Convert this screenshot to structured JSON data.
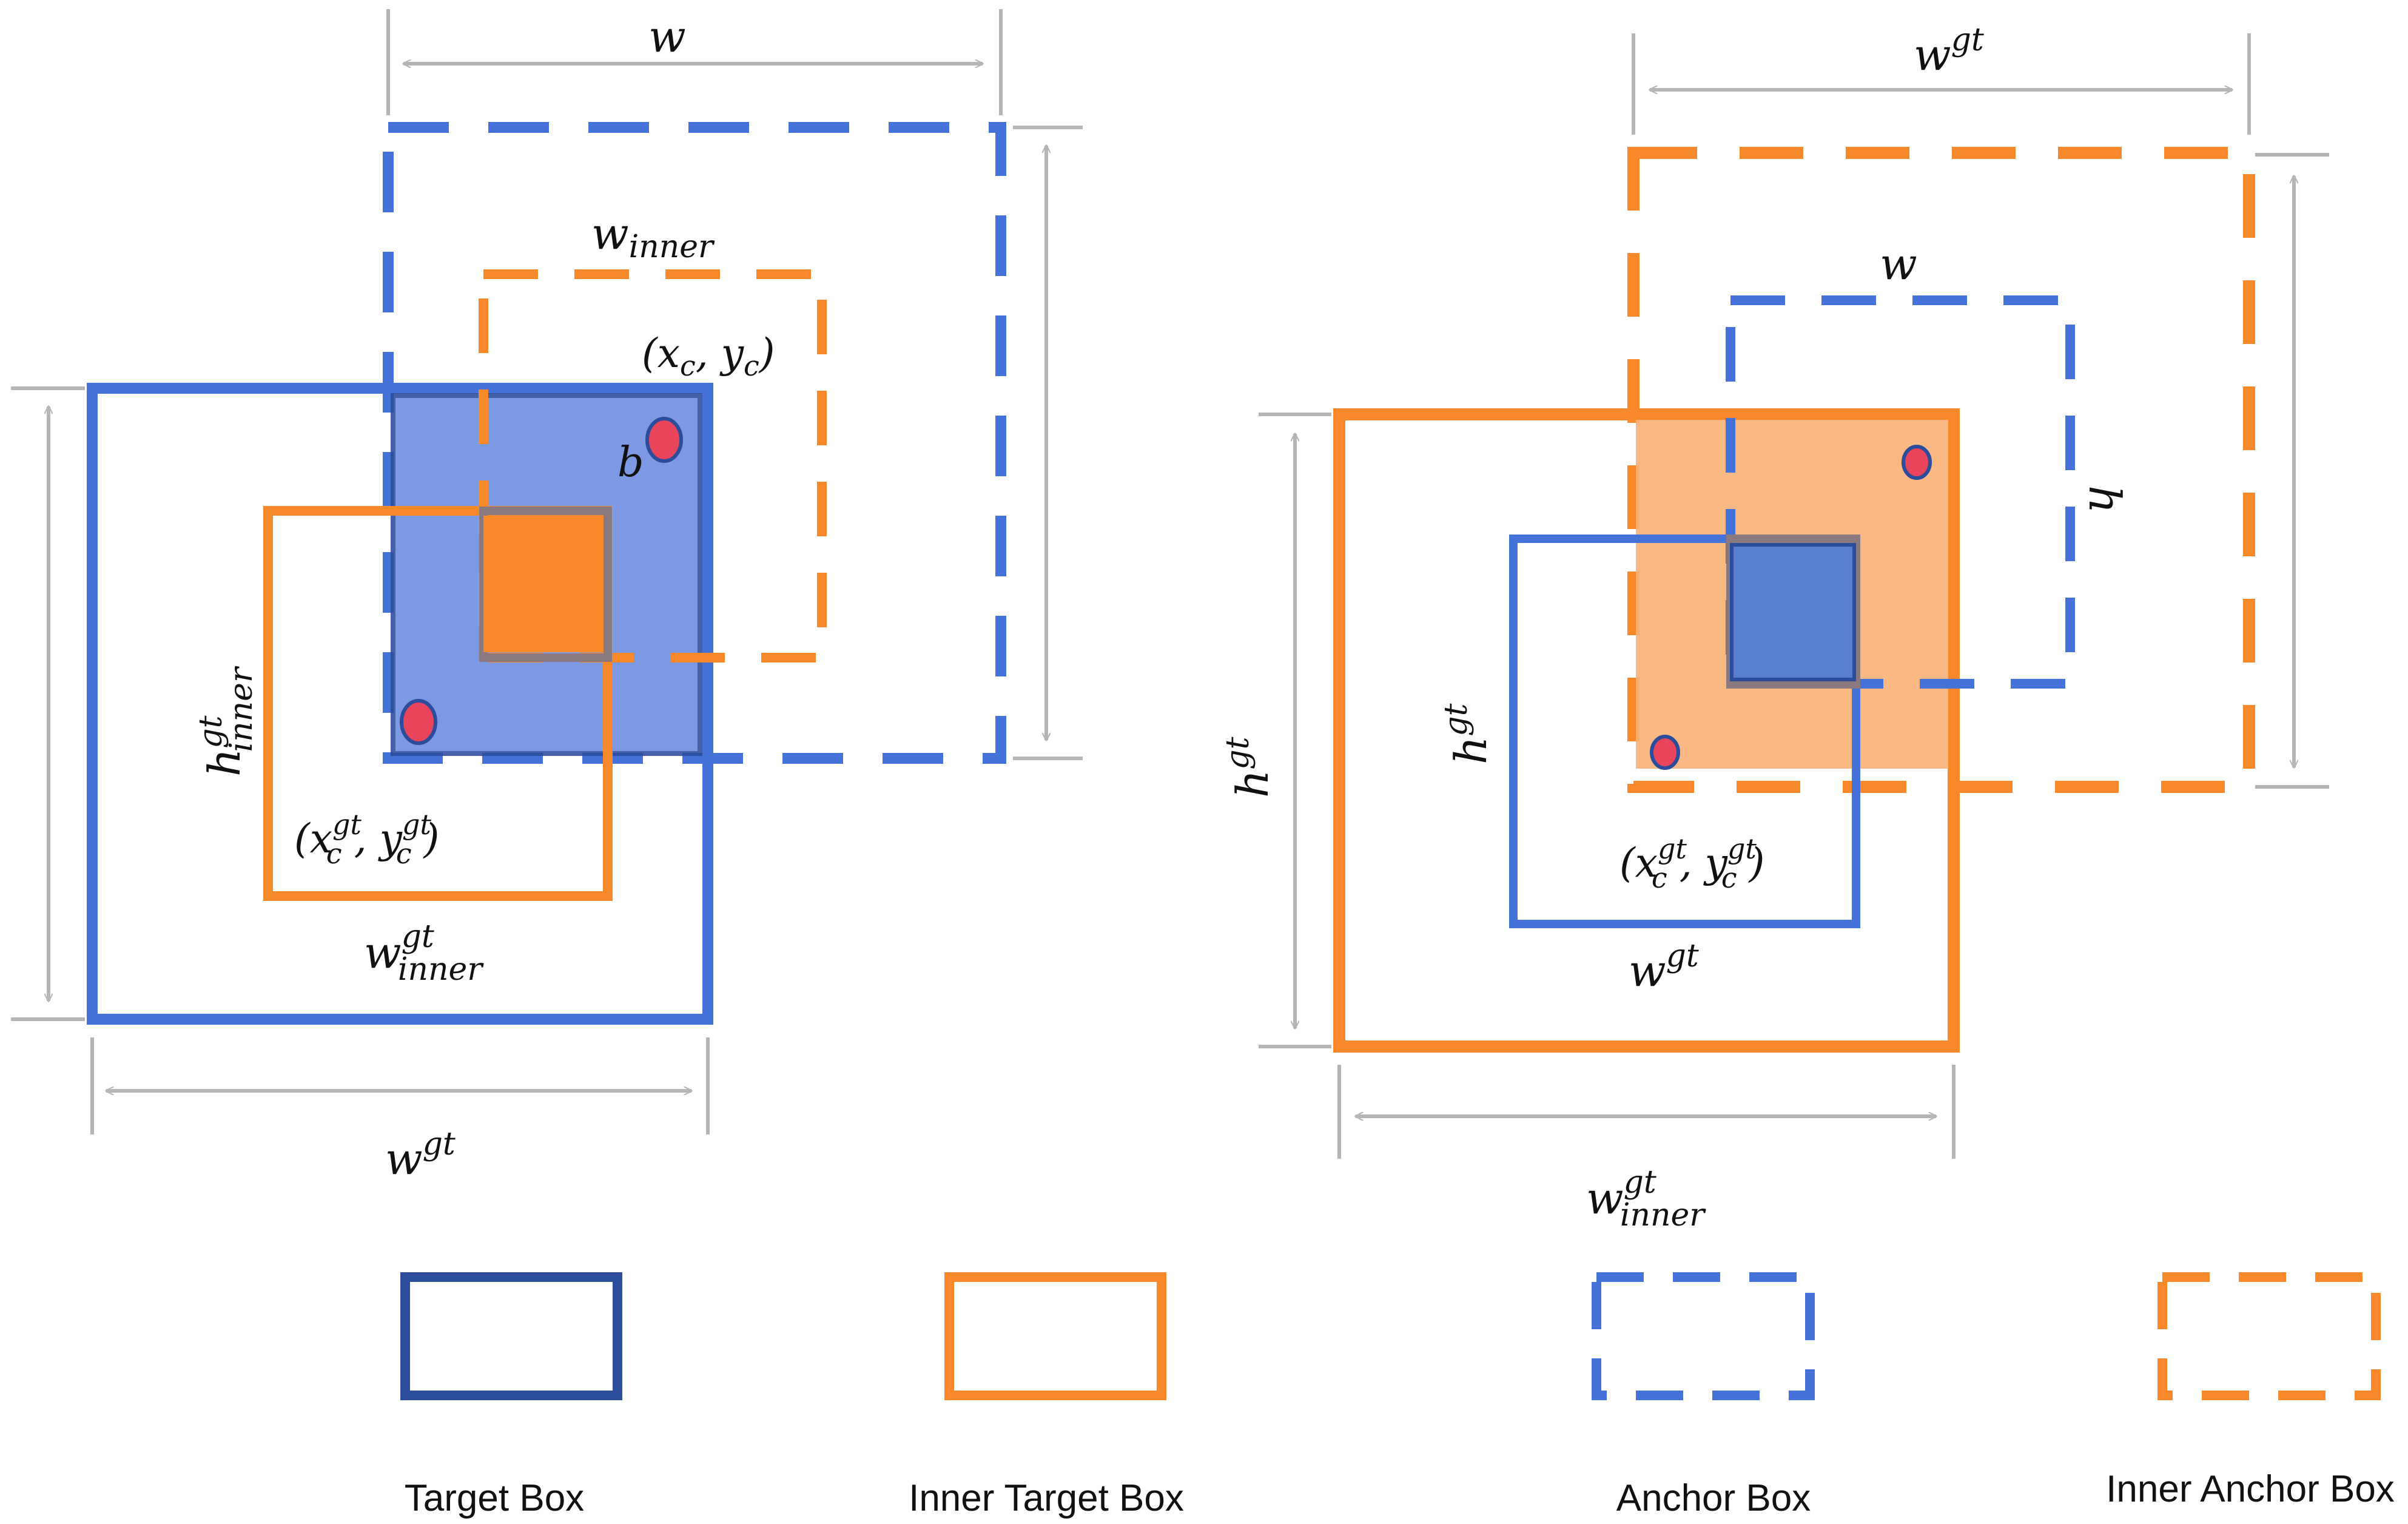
{
  "colors": {
    "blue": "#4472D8",
    "blue_dark": "#2C4C9C",
    "blue_fill": "#6A8DE0",
    "orange": "#F7892A",
    "orange_fill": "#F9B27A",
    "red_dot": "#E8455C",
    "gray": "#B5B5B5",
    "gray_dark": "#8A7A80"
  },
  "left_diagram": {
    "w": "w",
    "w_inner": "w",
    "w_inner_sub": "inner",
    "xc_yc": "(x",
    "xc_yc_sub1": "c",
    "xc_yc_mid": ", y",
    "xc_yc_sub2": "c",
    "xc_yc_end": ")",
    "b": "b",
    "h_inner_gt_base": "h",
    "h_inner_gt_sup": "gt",
    "h_inner_gt_sub": "inner",
    "xc_gt_open": "(x",
    "xc_gt_sup": "gt",
    "xc_gt_sub": "c",
    "xc_gt_mid": ", y",
    "yc_gt_sup": "gt",
    "yc_gt_sub": "c",
    "xc_gt_close": ")",
    "w_inner_gt_base": "w",
    "w_inner_gt_sup": "gt",
    "w_inner_gt_sub": "inner",
    "w_gt_base": "w",
    "w_gt_sup": "gt"
  },
  "right_diagram": {
    "w_gt_base": "w",
    "w_gt_sup": "gt",
    "w": "w",
    "h": "h",
    "h_gt_outer_base": "h",
    "h_gt_outer_sup": "gt",
    "h_gt_inner_base": "h",
    "h_gt_inner_sup": "gt",
    "xc_gt_open": "(x",
    "xc_gt_sup": "gt",
    "xc_gt_sub": "c",
    "xc_gt_mid": ", y",
    "yc_gt_sup": "gt",
    "yc_gt_sub": "c",
    "xc_gt_close": ")",
    "w_gt_lower_base": "w",
    "w_gt_lower_sup": "gt",
    "w_inner_gt_base": "w",
    "w_inner_gt_sup": "gt",
    "w_inner_gt_sub": "inner"
  },
  "legend": {
    "target_box": "Target Box",
    "inner_target_box": "Inner Target Box",
    "anchor_box": "Anchor Box",
    "inner_anchor_box": "Inner Anchor Box"
  }
}
